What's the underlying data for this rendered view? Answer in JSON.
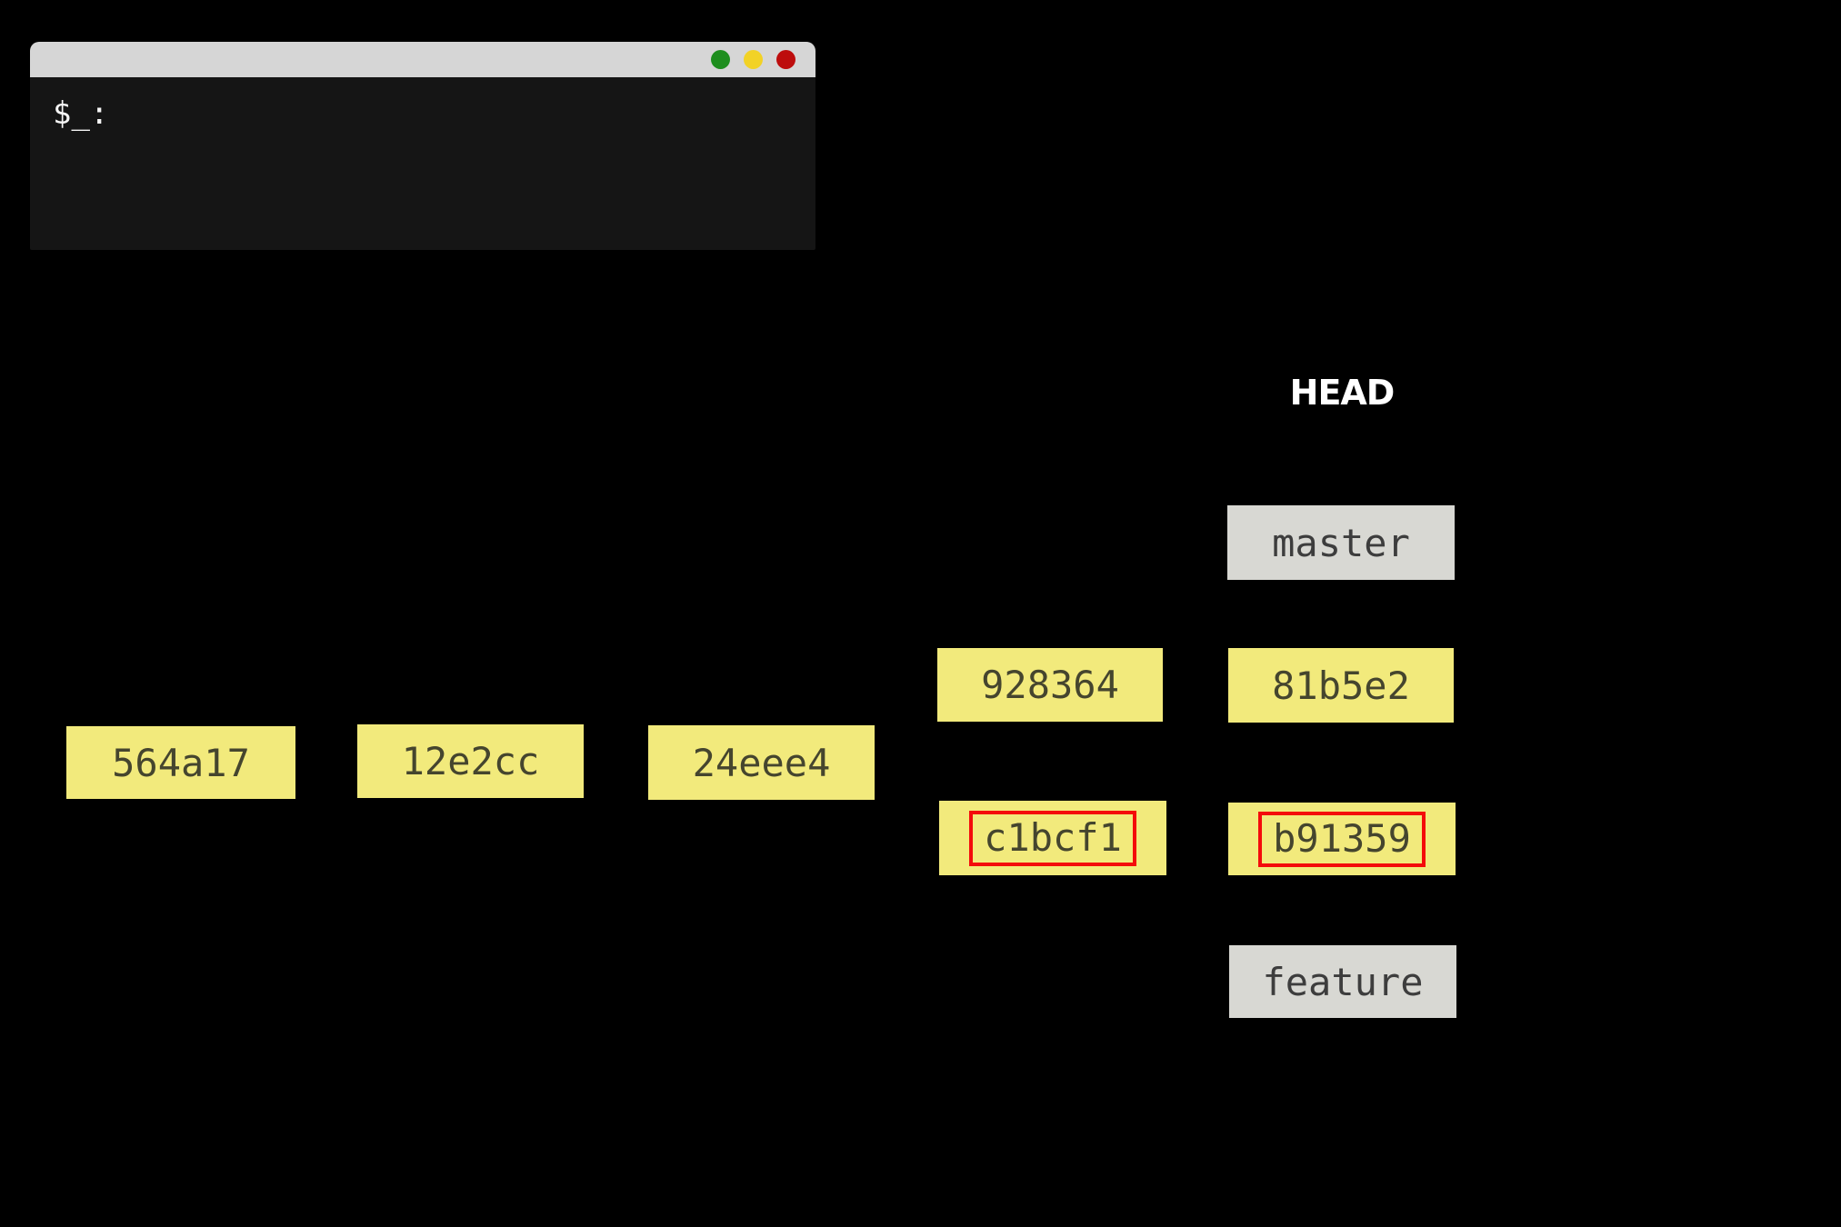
{
  "terminal": {
    "prompt": "$_:",
    "titlebar_color": "#d6d6d6",
    "body_color": "#151515",
    "traffic_lights": [
      {
        "name": "green-light",
        "color": "#1e8e1e"
      },
      {
        "name": "yellow-light",
        "color": "#f2d226"
      },
      {
        "name": "red-light",
        "color": "#bd0d0d"
      }
    ]
  },
  "graph": {
    "head_label": "HEAD",
    "commit_box_color": "#f2ea7c",
    "commit_text_color": "#45452e",
    "branch_box_color": "#d8d8d3",
    "branch_text_color": "#3d3d3d",
    "highlight_ring_color": "#f40b0b",
    "commits": [
      {
        "id": "564a17",
        "highlighted": false
      },
      {
        "id": "12e2cc",
        "highlighted": false
      },
      {
        "id": "24eee4",
        "highlighted": false
      },
      {
        "id": "928364",
        "highlighted": false
      },
      {
        "id": "81b5e2",
        "highlighted": false
      },
      {
        "id": "c1bcf1",
        "highlighted": true
      },
      {
        "id": "b91359",
        "highlighted": true
      }
    ],
    "branches": [
      {
        "name": "master"
      },
      {
        "name": "feature"
      }
    ]
  }
}
